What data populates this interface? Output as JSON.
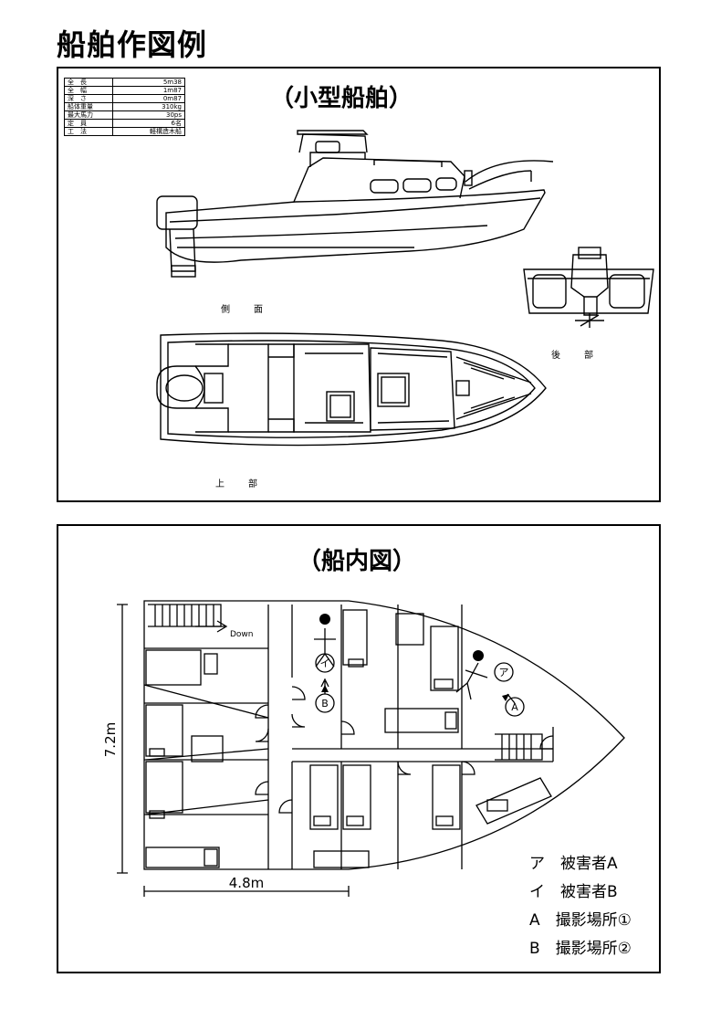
{
  "page": {
    "title": "船舶作図例"
  },
  "top_panel": {
    "title": "（小型船舶）",
    "specs": [
      {
        "key": "全　長",
        "value": "5m38"
      },
      {
        "key": "全　幅",
        "value": "1m87"
      },
      {
        "key": "深　さ",
        "value": "0m87"
      },
      {
        "key": "船体重量",
        "value": "310kg"
      },
      {
        "key": "最大馬力",
        "value": "30ps"
      },
      {
        "key": "定　員",
        "value": "6名"
      },
      {
        "key": "工　法",
        "value": "軽構造木船"
      }
    ],
    "labels": {
      "side": "側　面",
      "rear": "後　部",
      "top": "上　部"
    }
  },
  "bottom_panel": {
    "title": "（船内図）",
    "down_label": "Down",
    "height_label": "7.2m",
    "width_label": "4.8m",
    "markers": {
      "victim_a": "ア",
      "victim_b": "イ",
      "photo_a": "A",
      "photo_b": "B"
    },
    "legend": [
      {
        "symbol": "ア",
        "text": "被害者A"
      },
      {
        "symbol": "イ",
        "text": "被害者B"
      },
      {
        "symbol": "A",
        "text": "撮影場所①"
      },
      {
        "symbol": "B",
        "text": "撮影場所②"
      }
    ]
  }
}
